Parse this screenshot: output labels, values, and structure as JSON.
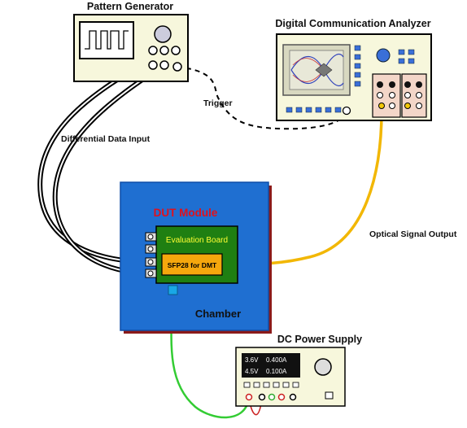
{
  "instruments": {
    "pattern_generator": "Pattern Generator",
    "analyzer": "Digital Communication Analyzer",
    "power_supply": "DC Power Supply"
  },
  "connections": {
    "trigger": "Trigger",
    "data_input": "Differential Data Input",
    "optical_output": "Optical Signal Output"
  },
  "chamber": {
    "label": "Chamber",
    "dut_title": "DUT Module",
    "board_label": "Evaluation Board",
    "module_label": "SFP28 for DMT"
  },
  "supply_display": {
    "line1_voltage": "3.6V",
    "line1_current": "0.400A",
    "line2_voltage": "4.5V",
    "line2_current": "0.100A"
  },
  "colors": {
    "instrument_body": "#f7f7dc",
    "chamber_blue": "#1f6fd1",
    "chamber_shadow": "#8b1a1a",
    "board_green": "#1f7f12",
    "module_orange": "#f5a70d",
    "optical_fiber": "#f2b705",
    "power_cable": "#33cc33",
    "dut_title_red": "#e0111c"
  }
}
